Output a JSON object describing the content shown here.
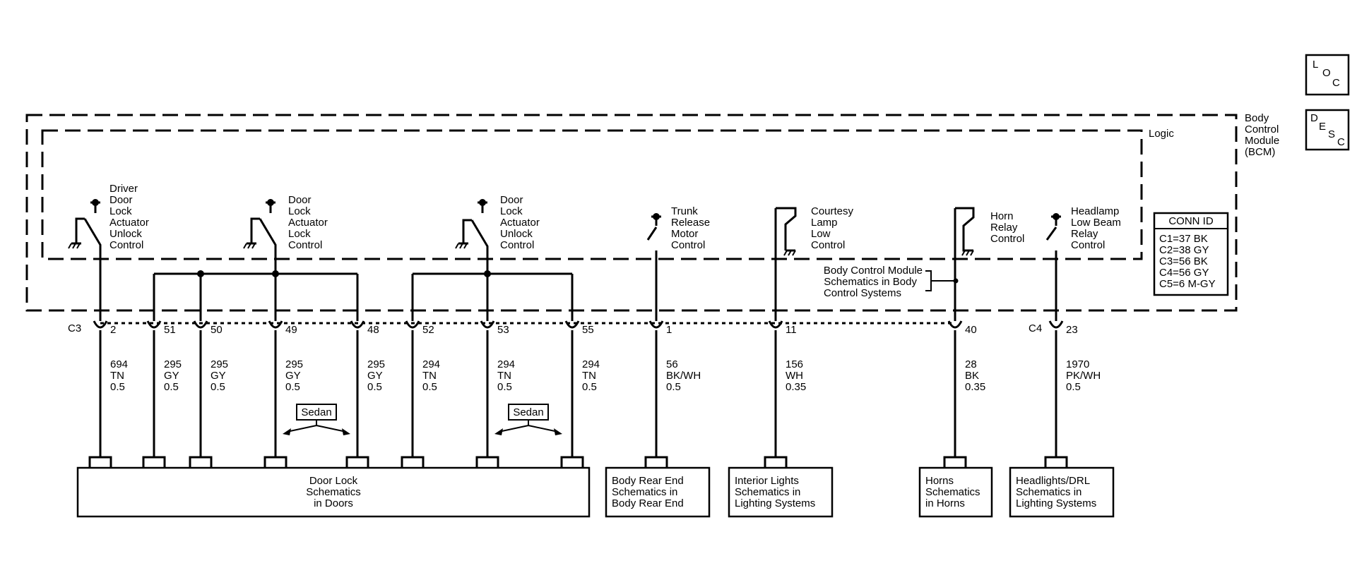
{
  "module": {
    "label": [
      "Body",
      "Control",
      "Module",
      "(BCM)"
    ],
    "logic_label": "Logic"
  },
  "icons": {
    "loc": [
      "L",
      "O",
      "C"
    ],
    "desc": [
      "D",
      "E",
      "S",
      "C"
    ]
  },
  "conn_id": {
    "title": "CONN ID",
    "rows": [
      "C1=37 BK",
      "C2=38 GY",
      "C3=56 BK",
      "C4=56 GY",
      "C5=6 M-GY"
    ]
  },
  "switch_labels": [
    [
      "Driver",
      "Door",
      "Lock",
      "Actuator",
      "Unlock",
      "Control"
    ],
    [
      "Door",
      "Lock",
      "Actuator",
      "Lock",
      "Control"
    ],
    [
      "Door",
      "Lock",
      "Actuator",
      "Unlock",
      "Control"
    ],
    [
      "Trunk",
      "Release",
      "Motor",
      "Control"
    ],
    [
      "Courtesy",
      "Lamp",
      "Low",
      "Control"
    ],
    [
      "Horn",
      "Relay",
      "Control"
    ],
    [
      "Headlamp",
      "Low Beam",
      "Relay",
      "Control"
    ]
  ],
  "bcm_ref": [
    "Body Control Module",
    "Schematics in Body",
    "Control Systems"
  ],
  "connectors": {
    "c3": "C3",
    "c4": "C4"
  },
  "pins": [
    {
      "pin": "2",
      "circuit": "694",
      "color": "TN",
      "size": "0.5"
    },
    {
      "pin": "51",
      "circuit": "295",
      "color": "GY",
      "size": "0.5"
    },
    {
      "pin": "50",
      "circuit": "295",
      "color": "GY",
      "size": "0.5"
    },
    {
      "pin": "49",
      "circuit": "295",
      "color": "GY",
      "size": "0.5"
    },
    {
      "pin": "48",
      "circuit": "295",
      "color": "GY",
      "size": "0.5"
    },
    {
      "pin": "52",
      "circuit": "294",
      "color": "TN",
      "size": "0.5"
    },
    {
      "pin": "53",
      "circuit": "294",
      "color": "TN",
      "size": "0.5"
    },
    {
      "pin": "55",
      "circuit": "294",
      "color": "TN",
      "size": "0.5"
    },
    {
      "pin": "1",
      "circuit": "56",
      "color": "BK/WH",
      "size": "0.5"
    },
    {
      "pin": "11",
      "circuit": "156",
      "color": "WH",
      "size": "0.35"
    },
    {
      "pin": "40",
      "circuit": "28",
      "color": "BK",
      "size": "0.35"
    },
    {
      "pin": "23",
      "circuit": "1970",
      "color": "PK/WH",
      "size": "0.5"
    }
  ],
  "sedan_labels": [
    "Sedan",
    "Sedan"
  ],
  "destinations": [
    [
      "Door Lock",
      "Schematics",
      "in Doors"
    ],
    [
      "Body Rear End",
      "Schematics in",
      "Body Rear End"
    ],
    [
      "Interior Lights",
      "Schematics in",
      "Lighting Systems"
    ],
    [
      "Horns",
      "Schematics",
      "in Horns"
    ],
    [
      "Headlights/DRL",
      "Schematics in",
      "Lighting Systems"
    ]
  ]
}
